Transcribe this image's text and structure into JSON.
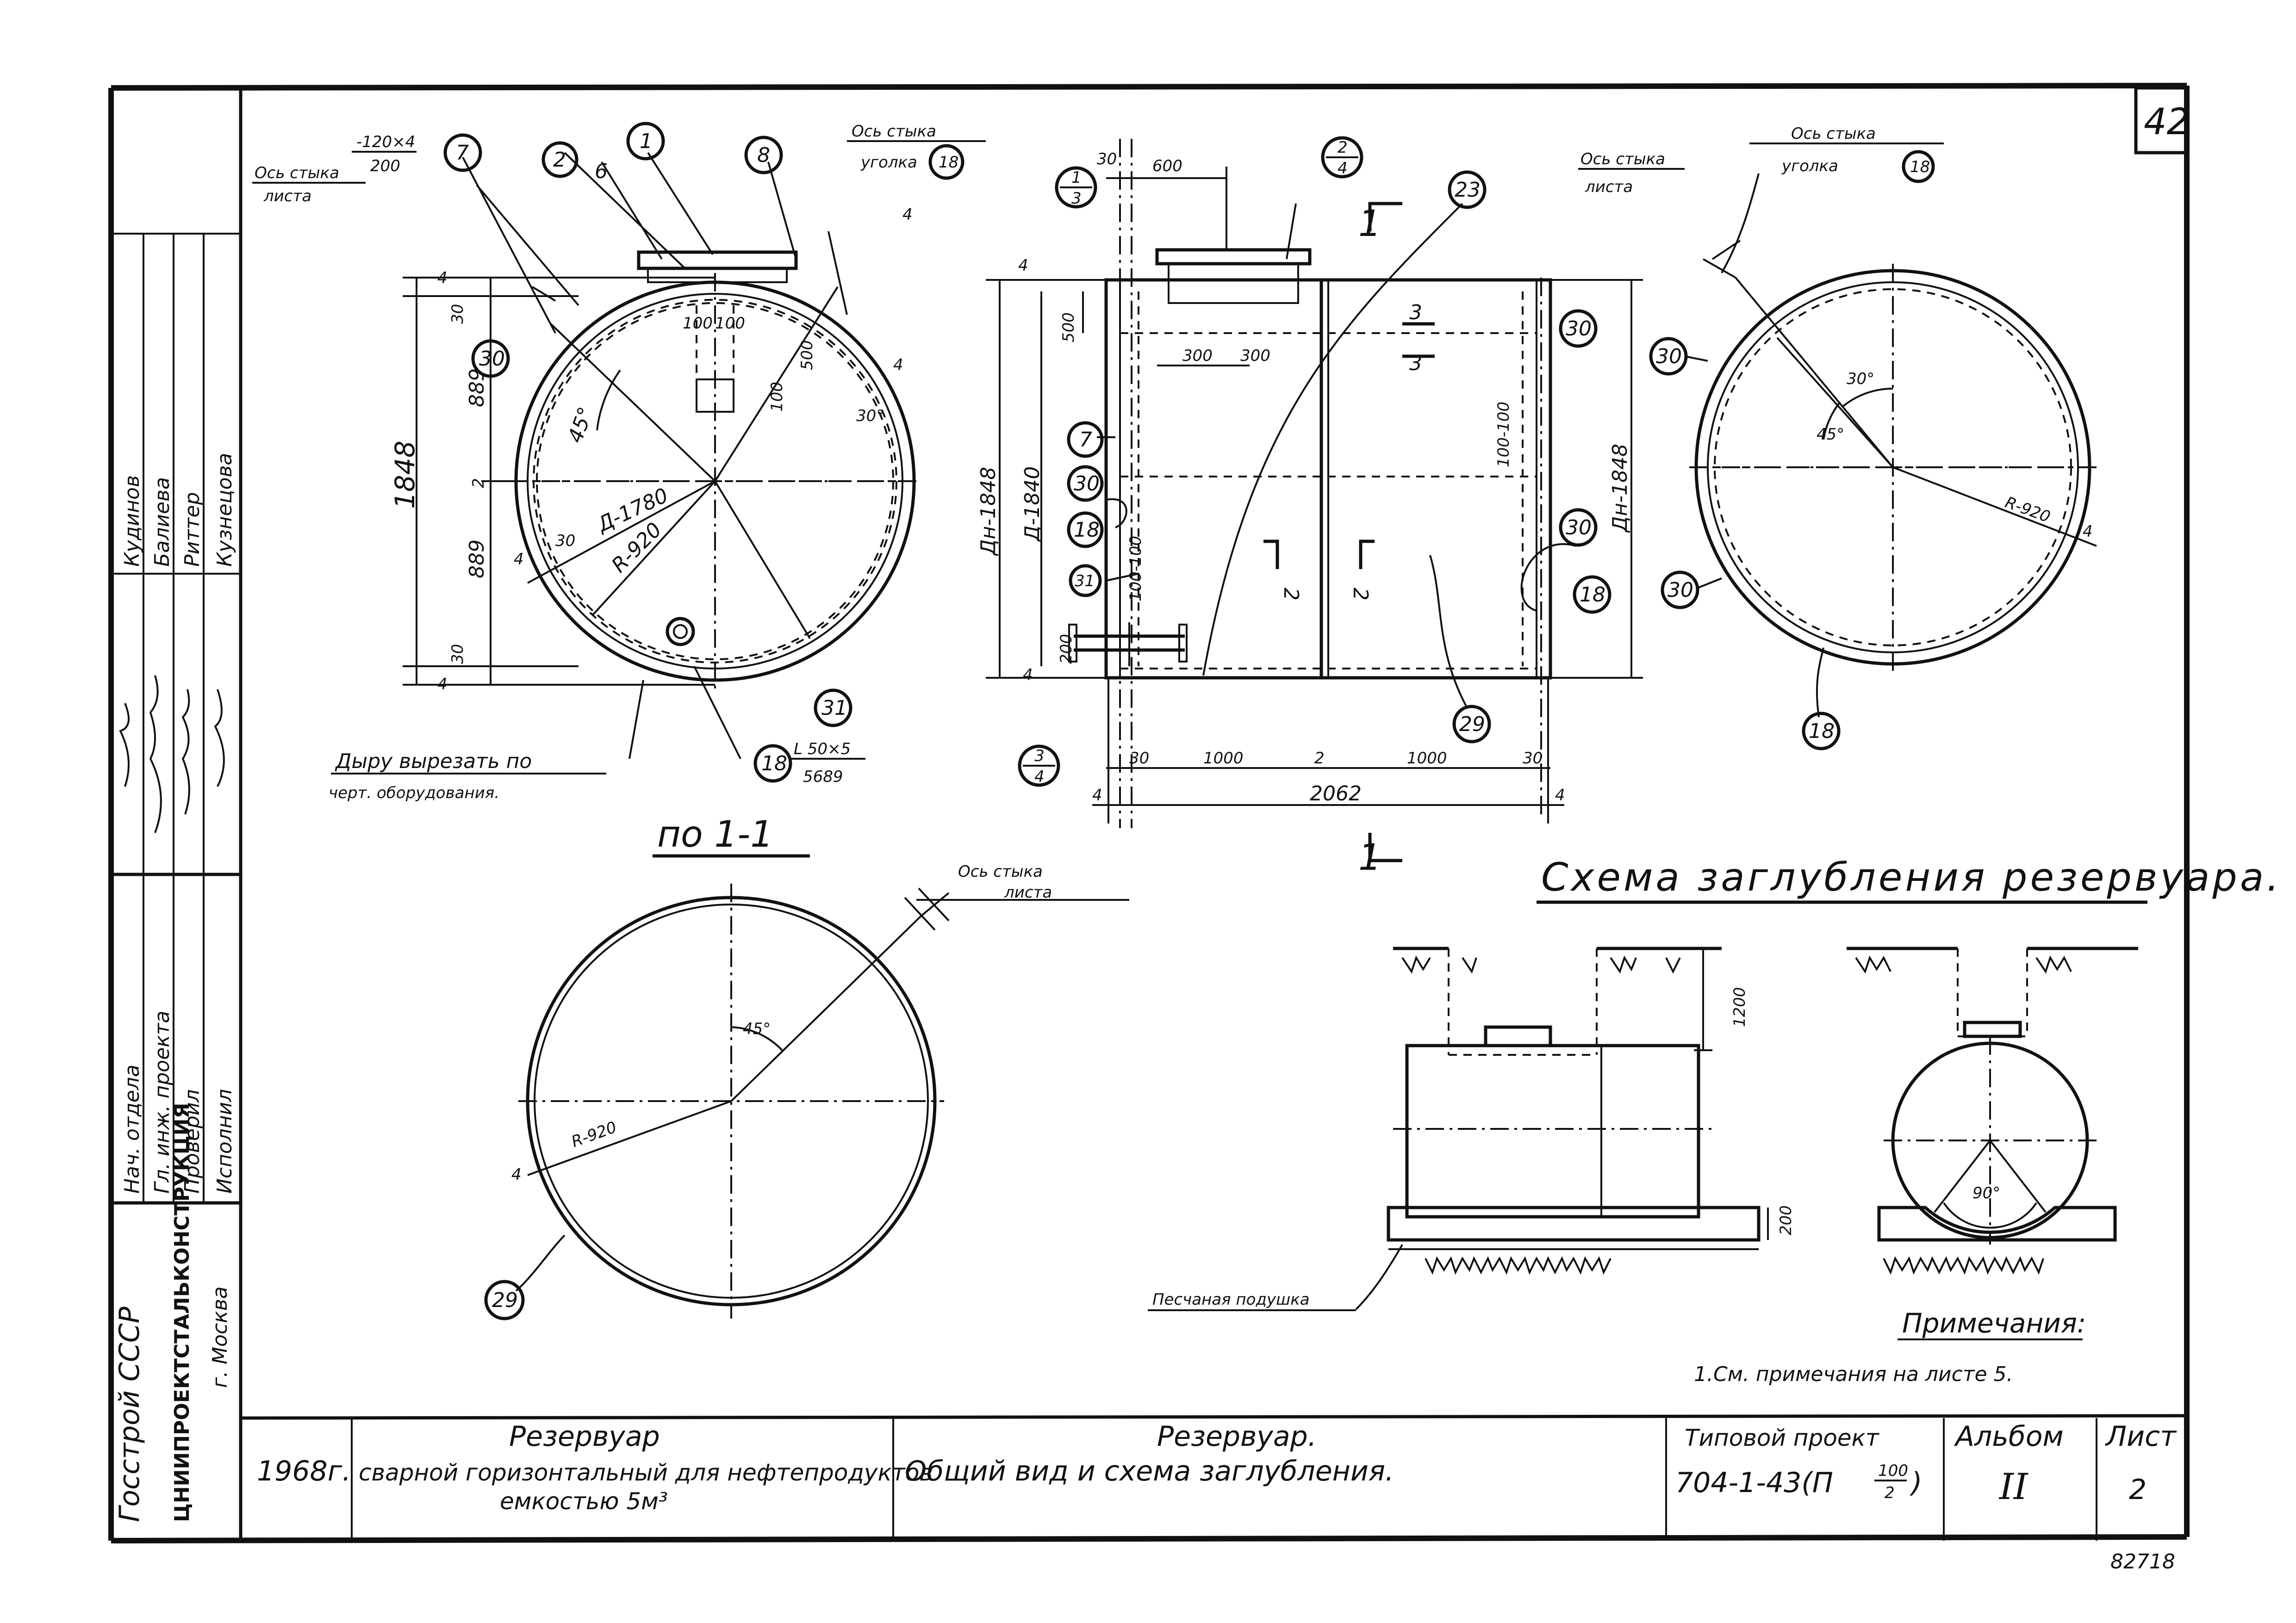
{
  "sheet": {
    "page_number": "42",
    "stamp": "82718"
  },
  "side_block": {
    "org_line1": "Госстрой СССР",
    "org_line2": "ЦНИИПРОЕКТСТАЛЬКОНСТРУКЦИЯ",
    "org_line3": "г. Москва",
    "roles": [
      "Нач. отдела",
      "Гл. инж. проекта",
      "Проверил",
      "Исполнил"
    ],
    "names": [
      "Кудинов",
      "Балиева",
      "Риттер",
      "Кузнецова"
    ]
  },
  "title_block": {
    "year": "1968г.",
    "object_line1": "Резервуар",
    "object_line2": "сварной горизонтальный для нефтепродуктов",
    "object_line3": "емкостью 5м³",
    "sheet_title_line1": "Резервуар.",
    "sheet_title_line2": "Общий вид и схема заглубления.",
    "project_label": "Типовой проект",
    "project_number": "704-1-43(П",
    "project_frac_top": "100",
    "project_frac_bottom": "2",
    "album_label": "Альбом",
    "album_value": "II",
    "sheet_label": "Лист",
    "sheet_value": "2"
  },
  "view_left": {
    "joint_sheet": [
      "Ось стыка",
      "листа"
    ],
    "joint_angle": [
      "Ось стыка",
      "уголка"
    ],
    "angle_ref": "18",
    "strip_top": "-120×4",
    "strip_bottom": "200",
    "callouts": [
      "7",
      "2",
      "6",
      "1",
      "8",
      "30",
      "30",
      "31",
      "18"
    ],
    "dims": [
      "4",
      "30",
      "889",
      "2",
      "889",
      "30",
      "4",
      "1848",
      "100",
      "100",
      "500",
      "100",
      "30°",
      "45°",
      "Д-1780",
      "R-920",
      "4",
      "4",
      "4"
    ],
    "angle_label_top": "L 50×5",
    "angle_label_bottom": "5689",
    "hole_note_1": "Дыру вырезать по",
    "hole_note_2": "черт. оборудования.",
    "section_caption": "по 1-1"
  },
  "view_middle": {
    "mark_1_3_top": "1",
    "mark_1_3_bottom": "3",
    "mark_2_4_top": "2",
    "mark_2_4_bottom": "4",
    "mark_3_4_top": "3",
    "mark_3_4_bottom": "4",
    "dims_top": [
      "30",
      "600"
    ],
    "dims_inner": [
      "300",
      "300",
      "500",
      "100-100",
      "100-100"
    ],
    "dims_vertical": [
      "Дн-1848",
      "Д-1840",
      "Дн-1848",
      "4",
      "200",
      "4"
    ],
    "dims_bottom": [
      "30",
      "1000",
      "2",
      "1000",
      "30",
      "4",
      "2062",
      "4"
    ],
    "callouts": [
      "23",
      "30",
      "7",
      "30",
      "18",
      "31",
      "30",
      "18",
      "29"
    ],
    "section_marks": [
      "1",
      "1",
      "3",
      "3",
      "2",
      "2"
    ]
  },
  "view_right": {
    "joint_sheet": [
      "Ось стыка",
      "листа"
    ],
    "joint_angle": [
      "Ось стыка",
      "уголка"
    ],
    "angle_ref": "18",
    "dims": [
      "30°",
      "45°",
      "R-920",
      "4"
    ],
    "callouts": [
      "30",
      "30",
      "18"
    ]
  },
  "view_bottom_left": {
    "joint_sheet": [
      "Ось стыка",
      "листа"
    ],
    "dims": [
      "45°",
      "R-920",
      "4"
    ],
    "callout": "29"
  },
  "burial_scheme": {
    "title": "Схема заглубления резервуара.",
    "depth_dim": "1200",
    "base_dim": "200",
    "angle": "90°",
    "sand_label": "Песчаная подушка",
    "notes_title": "Примечания:",
    "note_1": "1.См. примечания на листе 5."
  }
}
